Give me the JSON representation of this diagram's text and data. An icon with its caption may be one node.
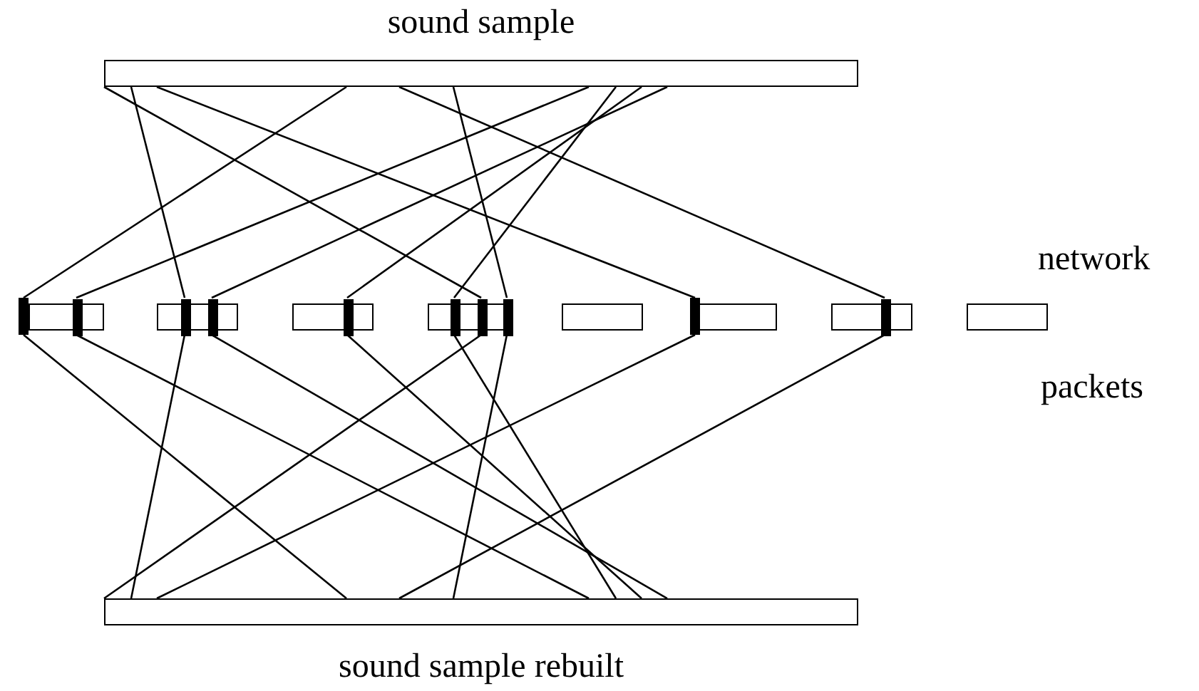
{
  "diagram": {
    "nodes": [
      {
        "text": [
          "sound sample"
        ]
      },
      {
        "text": [],
        "shape": "box"
      },
      {
        "text": [],
        "shape": "box"
      },
      {
        "text": [],
        "shape": "box"
      },
      {
        "text": [],
        "shape": "box"
      },
      {
        "text": [],
        "shape": "box"
      },
      {
        "text": [],
        "shape": "box"
      },
      {
        "text": [],
        "shape": "box"
      },
      {
        "text": [],
        "shape": "box"
      },
      {
        "text": [],
        "shape": "bar"
      },
      {
        "text": [],
        "shape": "bar",
        "in": 1
      },
      {
        "text": [],
        "shape": "bar",
        "in": 2
      },
      {
        "text": [],
        "shape": "bar",
        "in": 2
      },
      {
        "text": [],
        "shape": "bar",
        "in": 3
      },
      {
        "text": [],
        "shape": "bar",
        "in": 4
      },
      {
        "text": [],
        "shape": "bar",
        "in": 4
      },
      {
        "text": [],
        "shape": "bar",
        "in": 4
      },
      {
        "text": [],
        "shape": "bar"
      },
      {
        "text": [],
        "shape": "bar",
        "in": 7
      },
      {
        "text": [
          "sound sample rebuilt"
        ]
      }
    ],
    "edges": [
      {
        "from": 0,
        "to": 15,
        "arrow": "none"
      },
      {
        "from": 0,
        "to": 11,
        "arrow": "none"
      },
      {
        "from": 0,
        "to": 17,
        "arrow": "none"
      },
      {
        "from": 0,
        "to": 9,
        "arrow": "none"
      },
      {
        "from": 0,
        "to": 18,
        "arrow": "none"
      },
      {
        "from": 0,
        "to": 16,
        "arrow": "none"
      },
      {
        "from": 0,
        "to": 10,
        "arrow": "none"
      },
      {
        "from": 0,
        "to": 14,
        "arrow": "none"
      },
      {
        "from": 0,
        "to": 13,
        "arrow": "none"
      },
      {
        "from": 0,
        "to": 12,
        "arrow": "none"
      },
      {
        "from": 9,
        "to": 19,
        "arrow": "none"
      },
      {
        "from": 10,
        "to": 19,
        "arrow": "none"
      },
      {
        "from": 11,
        "to": 19,
        "arrow": "none"
      },
      {
        "from": 12,
        "to": 19,
        "arrow": "none"
      },
      {
        "from": 13,
        "to": 19,
        "arrow": "none"
      },
      {
        "from": 14,
        "to": 19,
        "arrow": "none"
      },
      {
        "from": 15,
        "to": 19,
        "arrow": "none"
      },
      {
        "from": 16,
        "to": 19,
        "arrow": "none"
      },
      {
        "from": 17,
        "to": 19,
        "arrow": "none"
      },
      {
        "from": 18,
        "to": 19,
        "arrow": "none"
      }
    ],
    "labels": [
      "network",
      "packets"
    ]
  }
}
